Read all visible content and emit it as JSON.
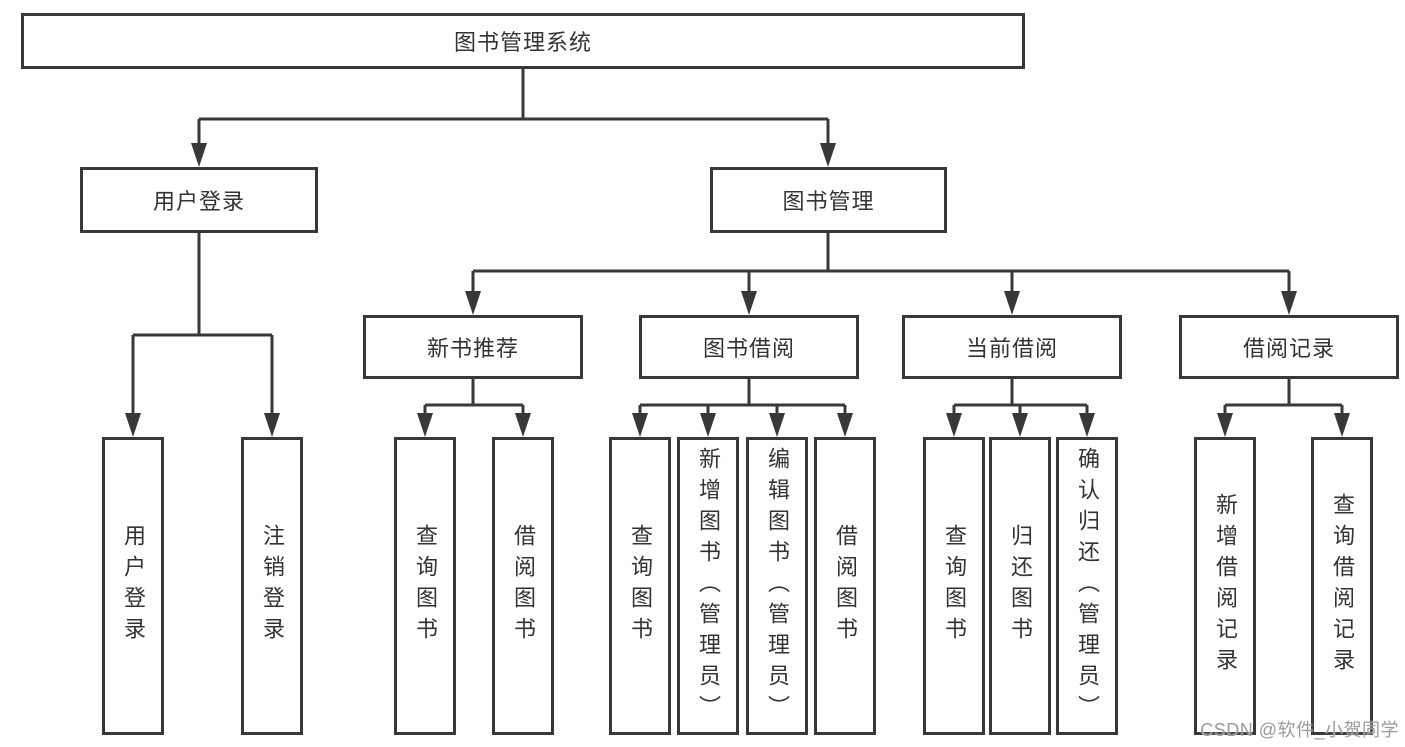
{
  "diagram": {
    "root": "图书管理系统",
    "level2": [
      "用户登录",
      "图书管理"
    ],
    "level3": [
      "新书推荐",
      "图书借阅",
      "当前借阅",
      "借阅记录"
    ],
    "level4": [
      "用户登录",
      "注销登录",
      "查询图书",
      "借阅图书",
      "查询图书",
      "新增图书（管理员）",
      "编辑图书（管理员）",
      "借阅图书",
      "查询图书",
      "归还图书",
      "确认归还（管理员）",
      "新增借阅记录",
      "查询借阅记录"
    ]
  },
  "watermark": "CSDN @软件_小贺同学",
  "colors": {
    "line": "#383838",
    "text": "#333333",
    "watermark": "#9b9b9b",
    "background": "#ffffff"
  }
}
